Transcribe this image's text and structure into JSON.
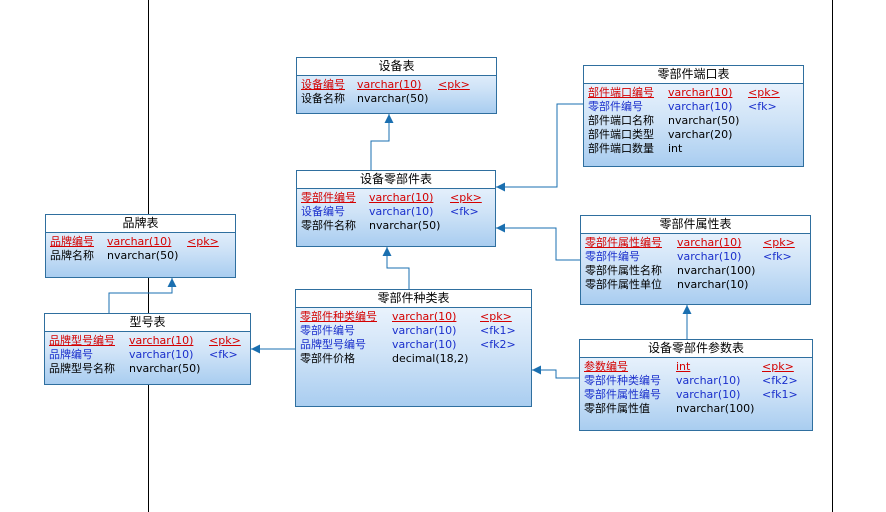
{
  "entities": {
    "device": {
      "title": "设备表",
      "rows": [
        {
          "name": "设备编号",
          "type": "varchar(10)",
          "key": "<pk>"
        },
        {
          "name": "设备名称",
          "type": "nvarchar(50)",
          "key": ""
        }
      ]
    },
    "part_port": {
      "title": "零部件端口表",
      "rows": [
        {
          "name": "部件端口编号",
          "type": "varchar(10)",
          "key": "<pk>"
        },
        {
          "name": "零部件编号",
          "type": "varchar(10)",
          "key": "<fk>"
        },
        {
          "name": "部件端口名称",
          "type": "nvarchar(50)",
          "key": ""
        },
        {
          "name": "部件端口类型",
          "type": "varchar(20)",
          "key": ""
        },
        {
          "name": "部件端口数量",
          "type": "int",
          "key": ""
        }
      ]
    },
    "device_part": {
      "title": "设备零部件表",
      "rows": [
        {
          "name": "零部件编号",
          "type": "varchar(10)",
          "key": "<pk>"
        },
        {
          "name": "设备编号",
          "type": "varchar(10)",
          "key": "<fk>"
        },
        {
          "name": "零部件名称",
          "type": "nvarchar(50)",
          "key": ""
        }
      ]
    },
    "brand": {
      "title": "品牌表",
      "rows": [
        {
          "name": "品牌编号",
          "type": "varchar(10)",
          "key": "<pk>"
        },
        {
          "name": "品牌名称",
          "type": "nvarchar(50)",
          "key": ""
        }
      ]
    },
    "part_attr": {
      "title": "零部件属性表",
      "rows": [
        {
          "name": "零部件属性编号",
          "type": "varchar(10)",
          "key": "<pk>"
        },
        {
          "name": "零部件编号",
          "type": "varchar(10)",
          "key": "<fk>"
        },
        {
          "name": "零部件属性名称",
          "type": "nvarchar(100)",
          "key": ""
        },
        {
          "name": "零部件属性单位",
          "type": "nvarchar(10)",
          "key": ""
        }
      ]
    },
    "part_kind": {
      "title": "零部件种类表",
      "rows": [
        {
          "name": "零部件种类编号",
          "type": "varchar(10)",
          "key": "<pk>"
        },
        {
          "name": "零部件编号",
          "type": "varchar(10)",
          "key": "<fk1>"
        },
        {
          "name": "品牌型号编号",
          "type": "varchar(10)",
          "key": "<fk2>"
        },
        {
          "name": "零部件价格",
          "type": "decimal(18,2)",
          "key": ""
        }
      ]
    },
    "model": {
      "title": "型号表",
      "rows": [
        {
          "name": "品牌型号编号",
          "type": "varchar(10)",
          "key": "<pk>"
        },
        {
          "name": "品牌编号",
          "type": "varchar(10)",
          "key": "<fk>"
        },
        {
          "name": "品牌型号名称",
          "type": "nvarchar(50)",
          "key": ""
        }
      ]
    },
    "device_part_param": {
      "title": "设备零部件参数表",
      "rows": [
        {
          "name": "参数编号",
          "type": "int",
          "key": "<pk>"
        },
        {
          "name": "零部件种类编号",
          "type": "varchar(10)",
          "key": "<fk2>"
        },
        {
          "name": "零部件属性编号",
          "type": "varchar(10)",
          "key": "<fk1>"
        },
        {
          "name": "零部件属性值",
          "type": "nvarchar(100)",
          "key": ""
        }
      ]
    }
  },
  "colors": {
    "pk": "#d40000",
    "fk": "#1a2fcc",
    "border": "#2f6f9f",
    "link": "#1a6fb0"
  }
}
